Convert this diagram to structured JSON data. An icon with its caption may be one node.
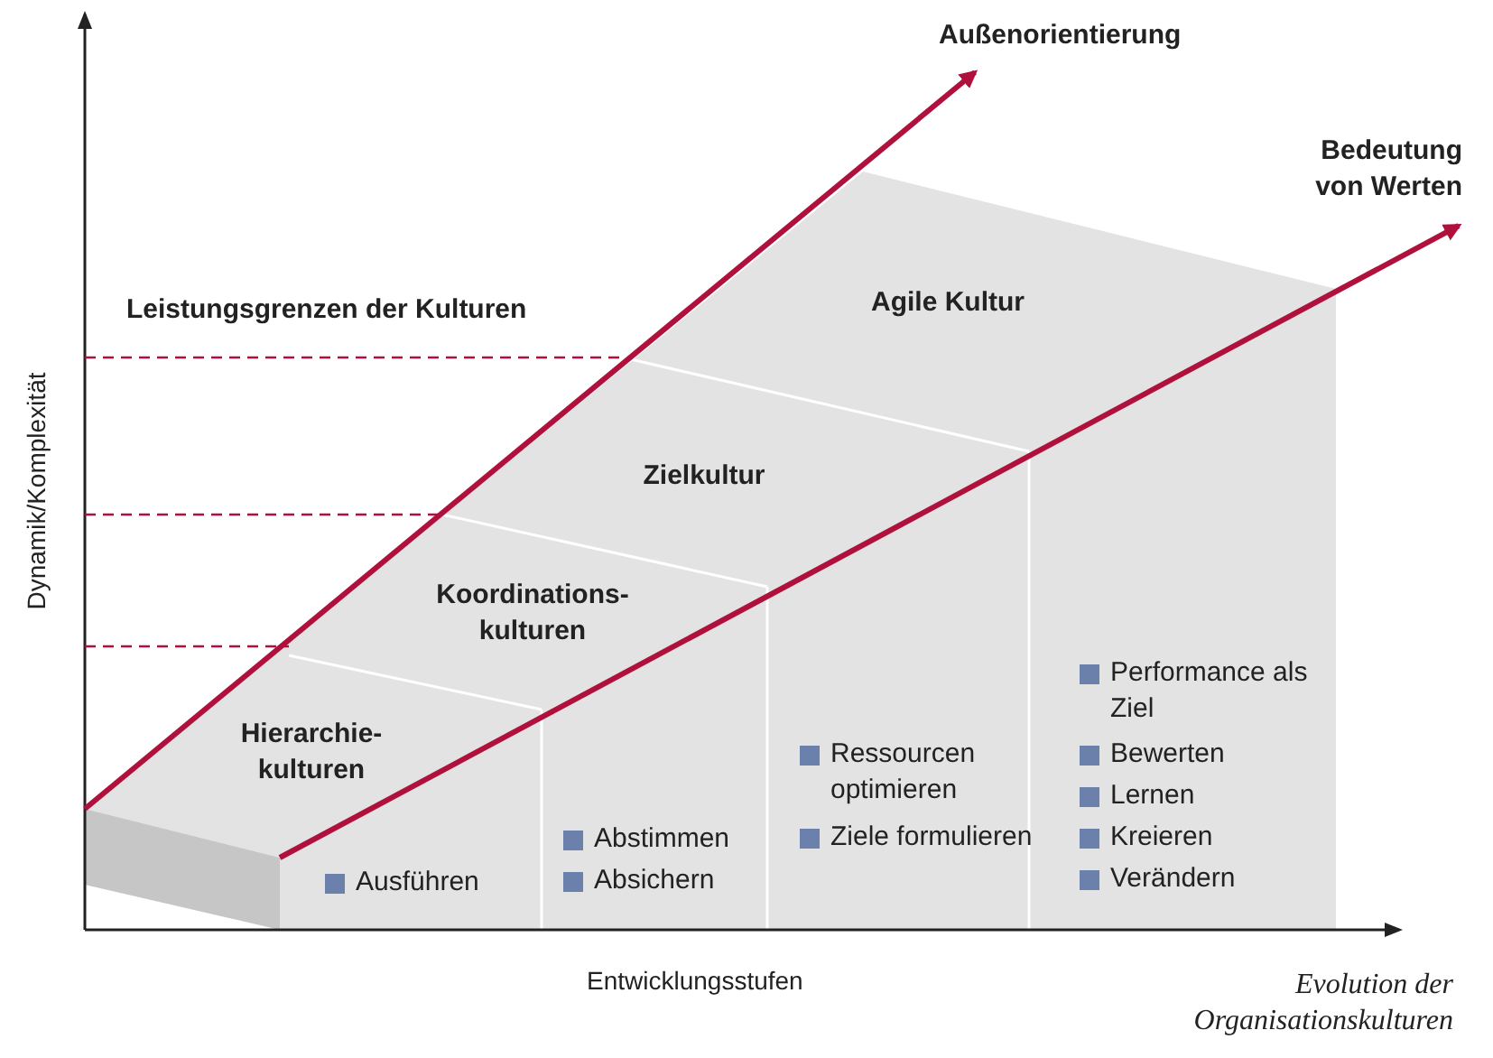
{
  "diagram": {
    "caption": "Evolution der Organisationskulturen",
    "labels": [
      "Außenorientierung",
      "Bedeutung von Werten",
      "Leistungsgrenzen der Kulturen",
      "Agile Kultur",
      "Zielkultur",
      "Koordinations- kulturen",
      "Hierarchie- kulturen",
      "Ausführen",
      "Abstimmen",
      "Absichern",
      "Ressourcen optimieren",
      "Ziele formulieren",
      "Performance als Ziel",
      "Bewerten",
      "Lernen",
      "Kreieren",
      "Verändern",
      "Dynamik/Komplexität",
      "Entwicklungsstufen"
    ]
  }
}
